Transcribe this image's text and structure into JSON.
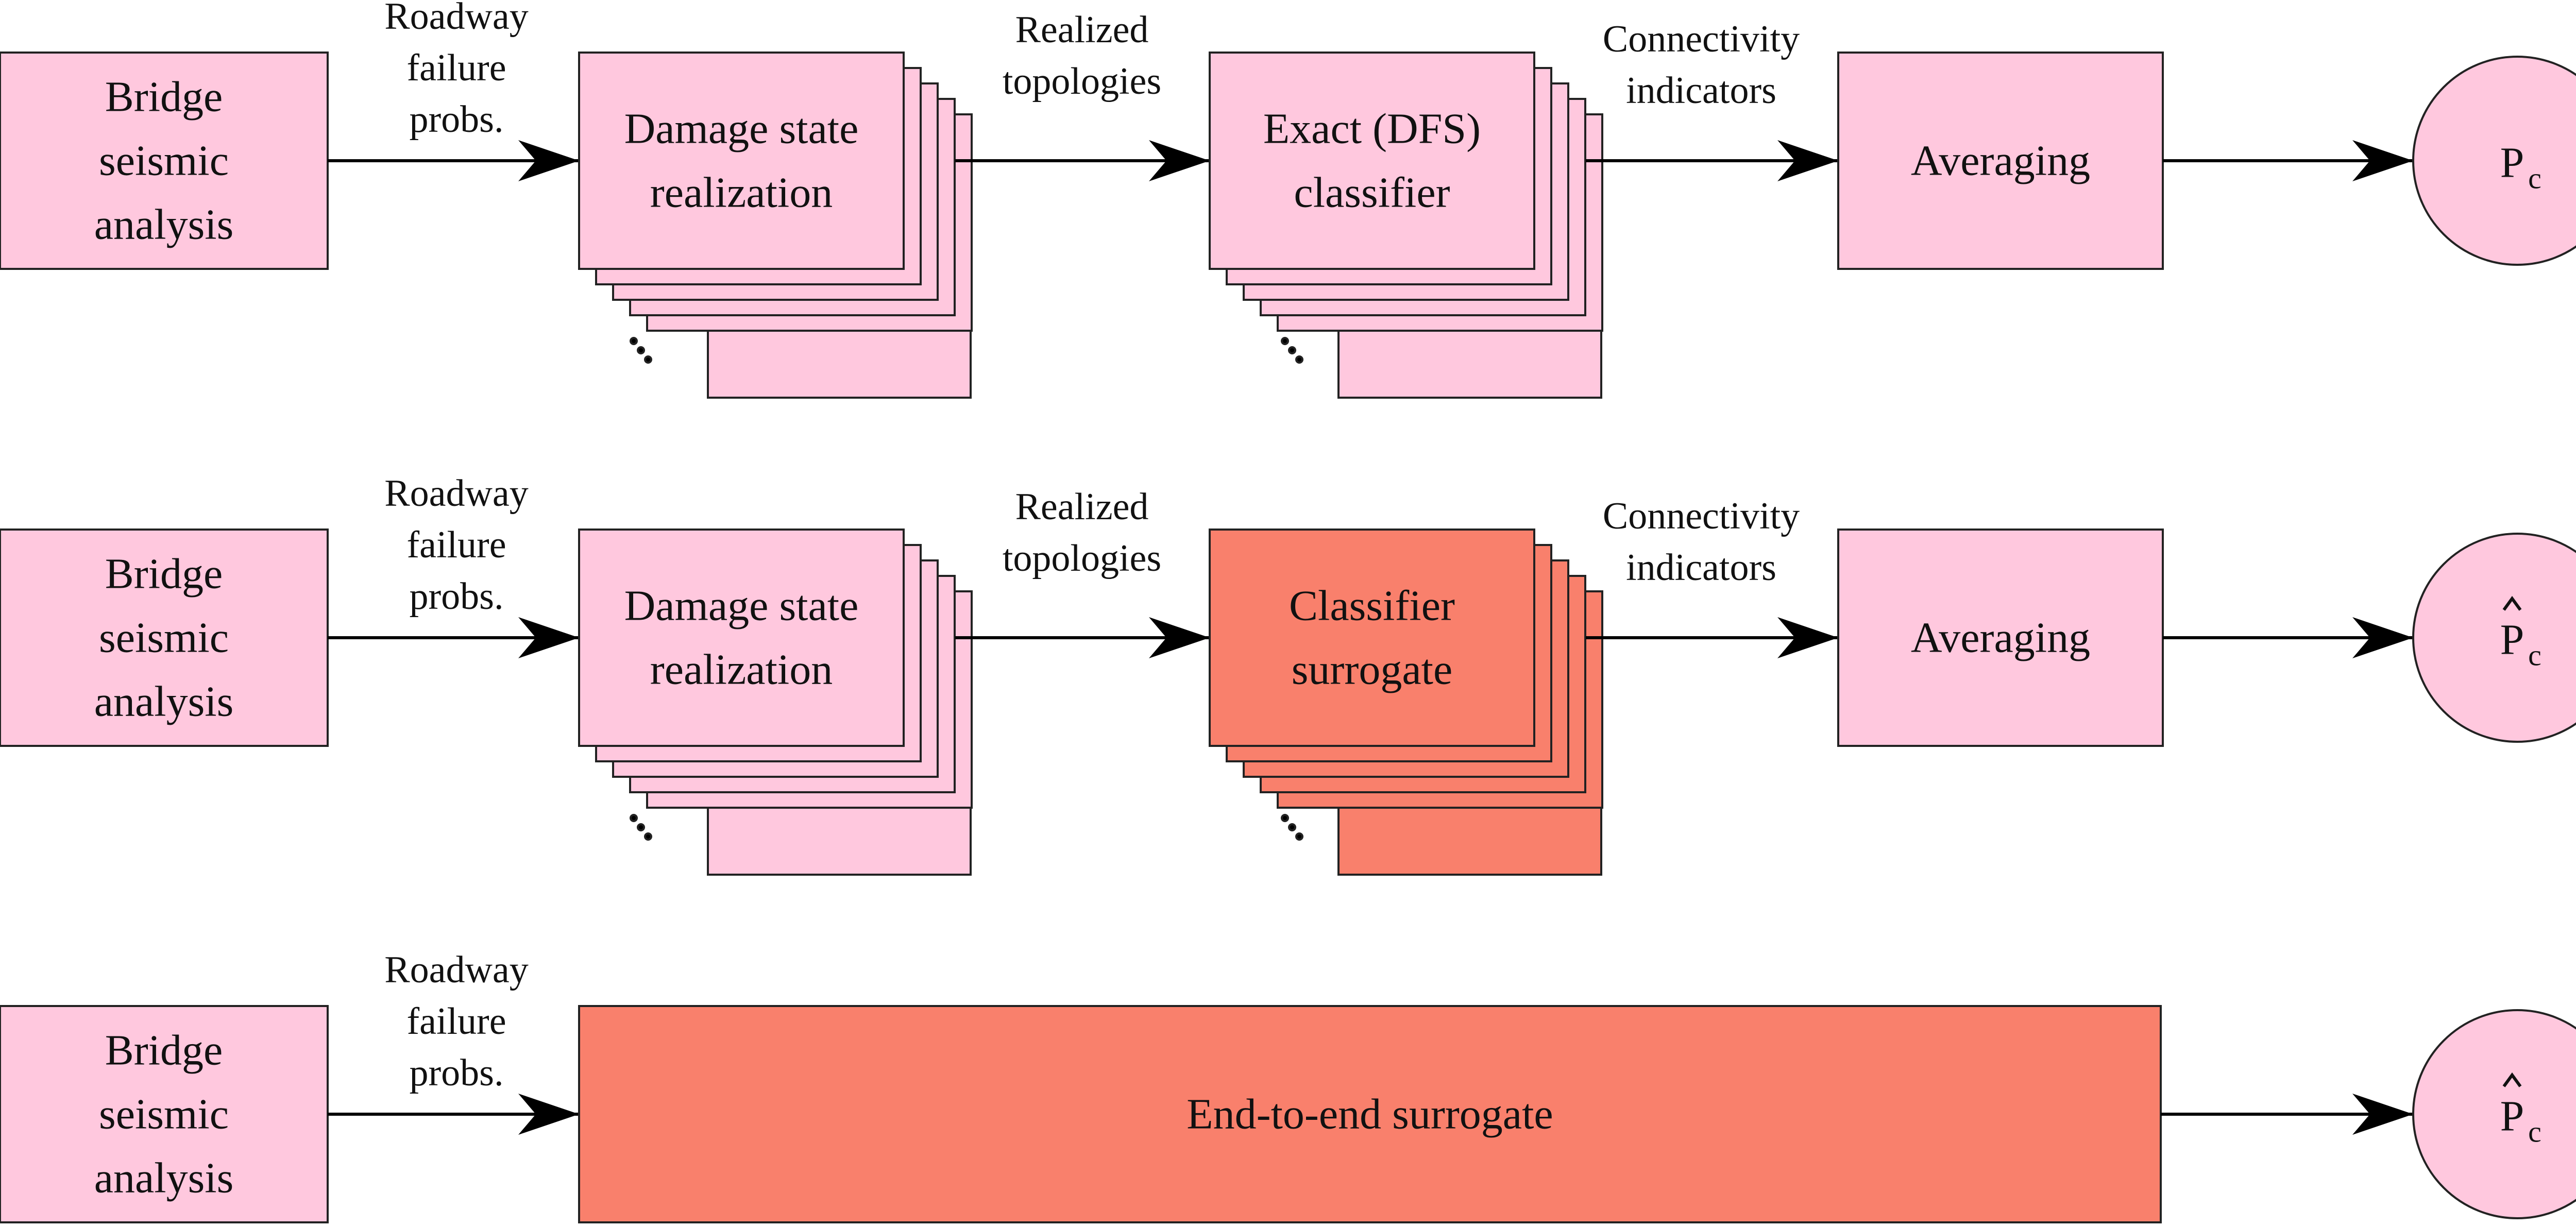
{
  "colors": {
    "pink": "#ffc8de",
    "salmon": "#f9806c",
    "line": "#000000"
  },
  "rows": [
    {
      "source": [
        "Bridge",
        "seismic",
        "analysis"
      ],
      "input_label": [
        "Roadway",
        "failure",
        "probs."
      ],
      "stage1": [
        "Damage state",
        "realization"
      ],
      "stage1_label": [
        "Realized",
        "topologies"
      ],
      "stage2": [
        "Exact (DFS)",
        "classifier"
      ],
      "stage2_label": [
        "Connectivity",
        "indicators"
      ],
      "stage3": [
        "Averaging"
      ],
      "output_main": "P",
      "output_sub": "c",
      "output_hat": false
    },
    {
      "source": [
        "Bridge",
        "seismic",
        "analysis"
      ],
      "input_label": [
        "Roadway",
        "failure",
        "probs."
      ],
      "stage1": [
        "Damage state",
        "realization"
      ],
      "stage1_label": [
        "Realized",
        "topologies"
      ],
      "stage2": [
        "Classifier",
        "surrogate"
      ],
      "stage2_label": [
        "Connectivity",
        "indicators"
      ],
      "stage3": [
        "Averaging"
      ],
      "output_main": "P",
      "output_sub": "c",
      "output_hat": true
    },
    {
      "source": [
        "Bridge",
        "seismic",
        "analysis"
      ],
      "input_label": [
        "Roadway",
        "failure",
        "probs."
      ],
      "surrogate": "End-to-end surrogate",
      "output_main": "P",
      "output_sub": "c",
      "output_hat": true
    }
  ]
}
